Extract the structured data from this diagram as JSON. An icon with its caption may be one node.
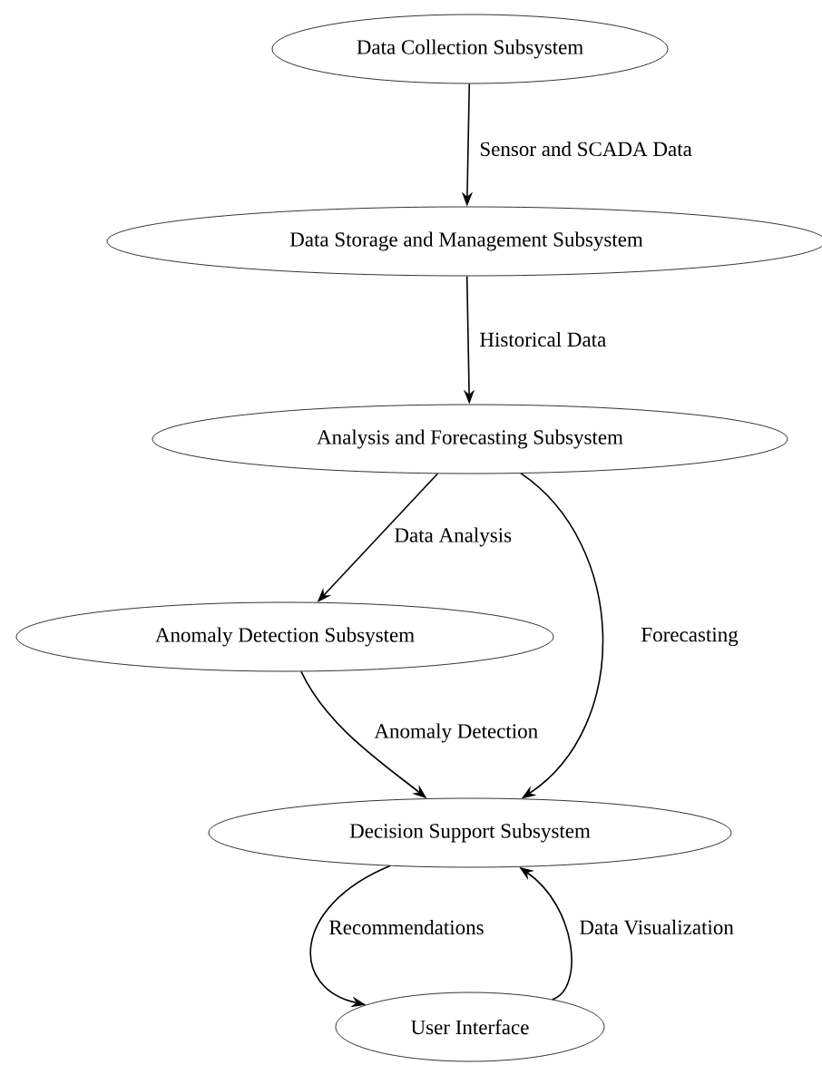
{
  "diagram": {
    "nodes": [
      {
        "text": [
          "Data Collection Subsystem"
        ]
      },
      {
        "text": [
          "Data Storage and Management Subsystem"
        ]
      },
      {
        "text": [
          "Analysis and Forecasting Subsystem"
        ]
      },
      {
        "text": [
          "Anomaly Detection Subsystem"
        ]
      },
      {
        "text": [
          "Decision Support Subsystem"
        ]
      },
      {
        "text": [
          "User Interface"
        ]
      }
    ],
    "edges": [
      {
        "from": 0,
        "to": 1,
        "arrow": "to",
        "label": "Sensor and SCADA Data"
      },
      {
        "from": 1,
        "to": 2,
        "arrow": "to",
        "label": "Historical Data"
      },
      {
        "from": 2,
        "to": 3,
        "arrow": "to",
        "label": "Data Analysis"
      },
      {
        "from": 2,
        "to": 4,
        "arrow": "to",
        "label": "Forecasting"
      },
      {
        "from": 3,
        "to": 4,
        "arrow": "to",
        "label": "Anomaly Detection"
      },
      {
        "from": 4,
        "to": 5,
        "arrow": "to",
        "label": "Recommendations"
      },
      {
        "from": 5,
        "to": 4,
        "arrow": "to",
        "label": "Data Visualization"
      }
    ]
  }
}
